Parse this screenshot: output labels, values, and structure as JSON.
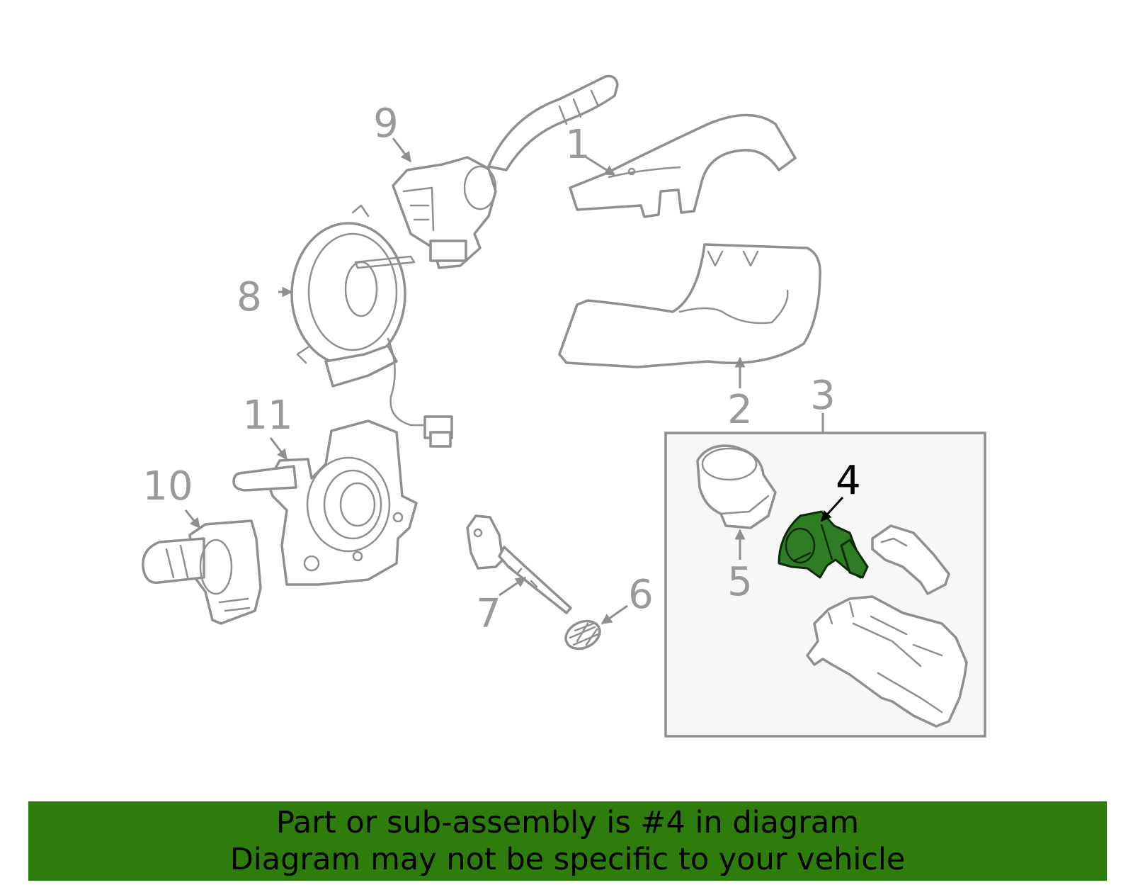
{
  "callouts": [
    "1",
    "2",
    "3",
    "4",
    "5",
    "6",
    "7",
    "8",
    "9",
    "10",
    "11"
  ],
  "highlighted_part": "4",
  "banner": {
    "line1": "Part or sub-assembly is #4 in diagram",
    "line2": "Diagram may not be specific to your vehicle"
  },
  "colors": {
    "highlight": "#2e7d24",
    "banner": "#2e7d0c",
    "line_art": "#8f8f8f"
  }
}
